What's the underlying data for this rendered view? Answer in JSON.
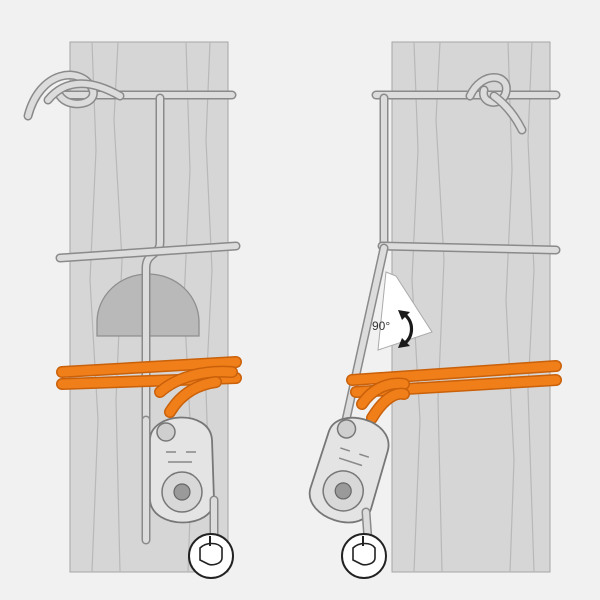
{
  "diagram": {
    "panels": [
      {
        "id": "left",
        "description_icon": "vertical-pulley-setup"
      },
      {
        "id": "right",
        "description_icon": "angled-pulley-setup"
      }
    ],
    "angle_label": "90°",
    "colors": {
      "background": "#f1f1f1",
      "trunk": "#d6d6d6",
      "trunk_outline": "#9a9a9a",
      "grain": "#bdbdbd",
      "rope_grey": "#c9c9c9",
      "rope_grey_outline": "#8a8a8a",
      "sling_orange": "#f07f1a",
      "sling_orange_dark": "#d86a0c",
      "pulley_body": "#e4e4e4",
      "pulley_outline": "#777777",
      "angle_box": "#ffffff",
      "arrow": "#1a1a1a"
    },
    "icons": [
      "hand-pull-icon",
      "hand-pull-icon",
      "curved-double-arrow-icon"
    ]
  }
}
